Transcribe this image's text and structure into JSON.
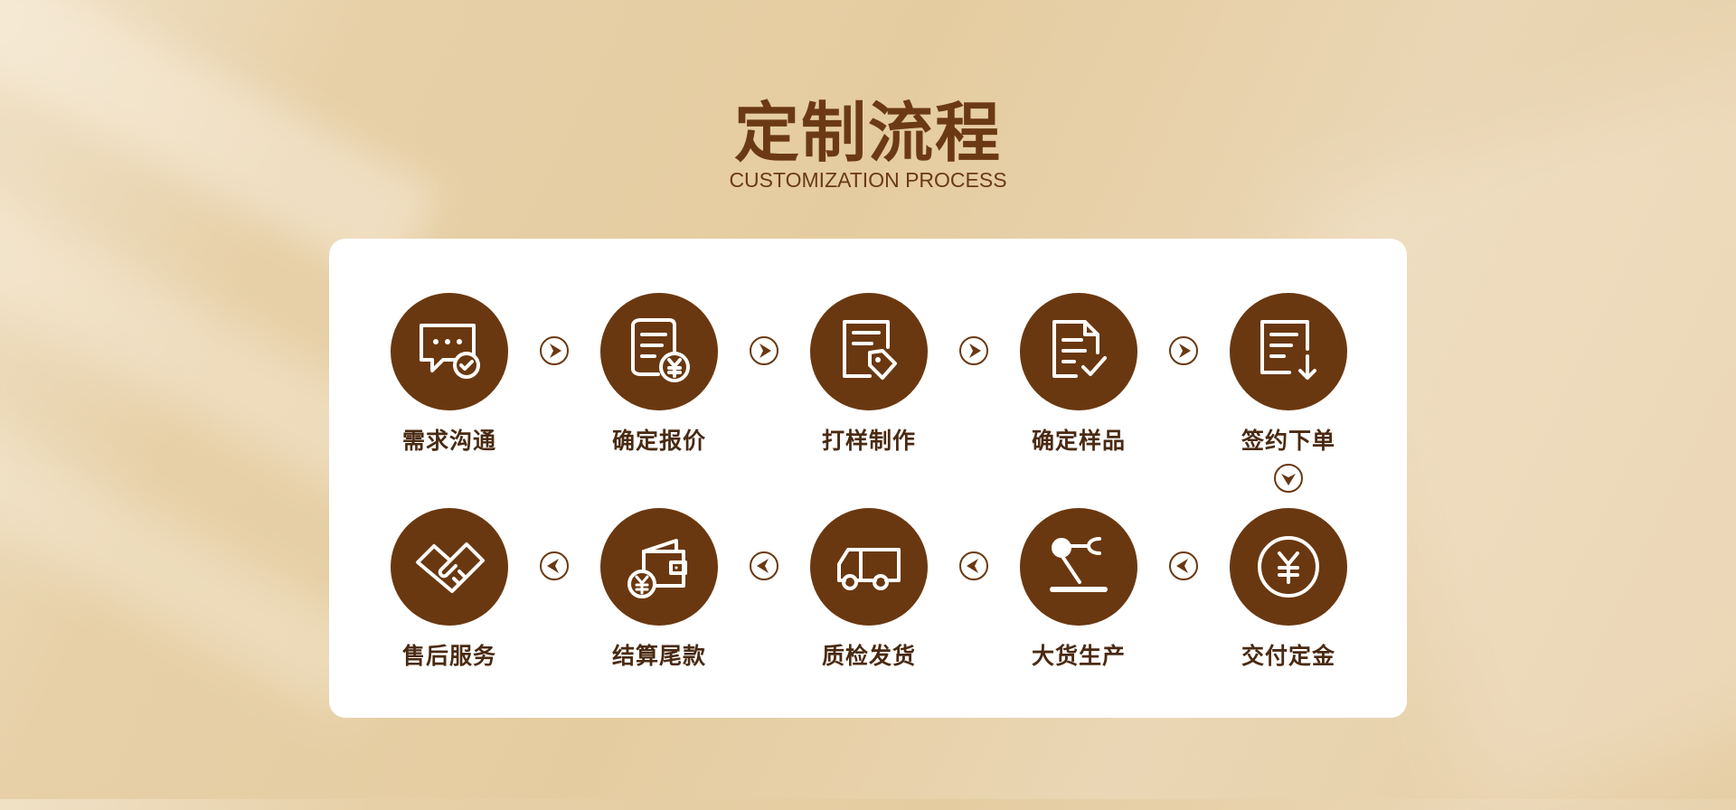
{
  "title": "定制流程",
  "subtitle": "CUSTOMIZATION PROCESS",
  "colors": {
    "accent": "#6a3810",
    "text": "#4a2a12",
    "card": "#ffffff"
  },
  "steps": [
    {
      "label": "需求沟通",
      "icon": "chat-check-icon"
    },
    {
      "label": "确定报价",
      "icon": "document-yen-icon"
    },
    {
      "label": "打样制作",
      "icon": "document-tag-icon"
    },
    {
      "label": "确定样品",
      "icon": "document-check-icon"
    },
    {
      "label": "签约下单",
      "icon": "document-download-icon"
    },
    {
      "label": "交付定金",
      "icon": "yen-coin-icon"
    },
    {
      "label": "大货生产",
      "icon": "robot-arm-icon"
    },
    {
      "label": "质检发货",
      "icon": "truck-icon"
    },
    {
      "label": "结算尾款",
      "icon": "wallet-yen-icon"
    },
    {
      "label": "售后服务",
      "icon": "handshake-icon"
    }
  ]
}
